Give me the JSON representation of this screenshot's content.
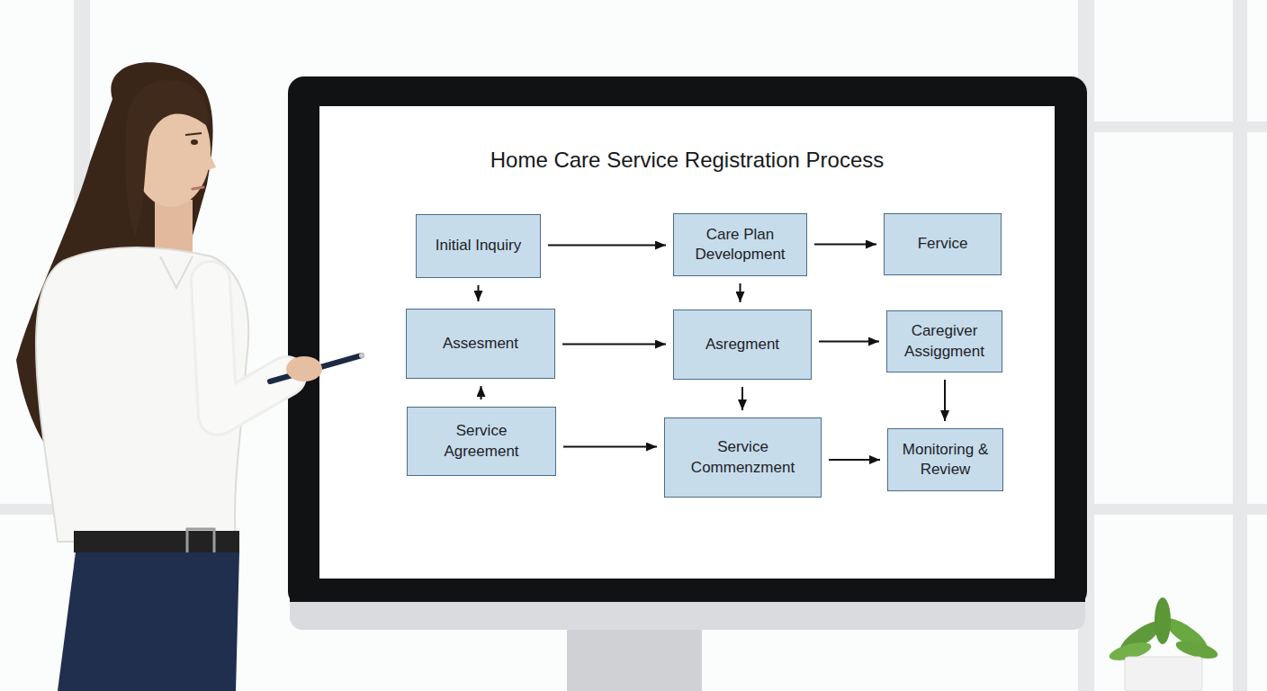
{
  "diagram": {
    "title": "Home Care Service Registration Process",
    "nodes": [
      {
        "text": [
          "Initial Inquiry"
        ]
      },
      {
        "text": [
          "Care Plan Development"
        ]
      },
      {
        "text": [
          "Fervice"
        ]
      },
      {
        "text": [
          "Assesment"
        ]
      },
      {
        "text": [
          "Asregment"
        ]
      },
      {
        "text": [
          "Caregiver Assiggment"
        ]
      },
      {
        "text": [
          "Service Agreement"
        ]
      },
      {
        "text": [
          "Service Commenzment"
        ]
      },
      {
        "text": [
          "Monitoring & Review"
        ]
      }
    ],
    "edges": [
      {
        "from": 0,
        "to": 1,
        "arrow": "to"
      },
      {
        "from": 1,
        "to": 2,
        "arrow": "to"
      },
      {
        "from": 0,
        "to": 3,
        "arrow": "to"
      },
      {
        "from": 1,
        "to": 4,
        "arrow": "to"
      },
      {
        "from": 3,
        "to": 4,
        "arrow": "to"
      },
      {
        "from": 4,
        "to": 5,
        "arrow": "to"
      },
      {
        "from": 6,
        "to": 3,
        "arrow": "to"
      },
      {
        "from": 4,
        "to": 7,
        "arrow": "to"
      },
      {
        "from": 5,
        "to": 8,
        "arrow": "to"
      },
      {
        "from": 6,
        "to": 7,
        "arrow": "to"
      },
      {
        "from": 7,
        "to": 8,
        "arrow": "to"
      }
    ]
  }
}
